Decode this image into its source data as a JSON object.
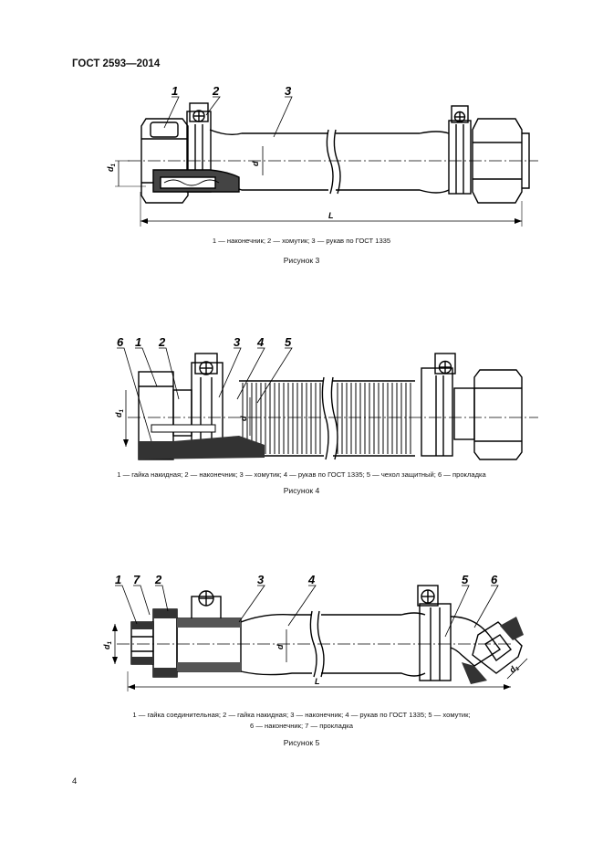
{
  "header": {
    "title": "ГОСТ 2593—2014"
  },
  "figure3": {
    "callouts": [
      "1",
      "2",
      "3"
    ],
    "dims": {
      "d1": "d",
      "d1sub": "1",
      "d": "d",
      "L": "L"
    },
    "caption": "1 — наконечник; 2 — хомутик; 3 — рукав по ГОСТ 1335",
    "title": "Рисунок 3"
  },
  "figure4": {
    "callouts": [
      "6",
      "1",
      "2",
      "3",
      "4",
      "5"
    ],
    "dims": {
      "d1": "d",
      "d1sub": "1",
      "d": "d"
    },
    "caption": "1 — гайка накидная; 2 — наконечник; 3 — хомутик; 4 — рукав по ГОСТ 1335; 5 — чехол защитный; 6 — прокладка",
    "title": "Рисунок 4"
  },
  "figure5": {
    "callouts": [
      "1",
      "7",
      "2",
      "3",
      "4",
      "5",
      "6"
    ],
    "dims": {
      "d1": "d",
      "d1sub": "1",
      "d": "d",
      "L": "L"
    },
    "caption_line1": "1 — гайка соединительная; 2 — гайка накидная; 3 — наконечник; 4 — рукав по ГОСТ 1335; 5 — хомутик;",
    "caption_line2": "6 — наконечник; 7 — прокладка",
    "title": "Рисунок 5"
  },
  "footer": {
    "page_number": "4"
  }
}
